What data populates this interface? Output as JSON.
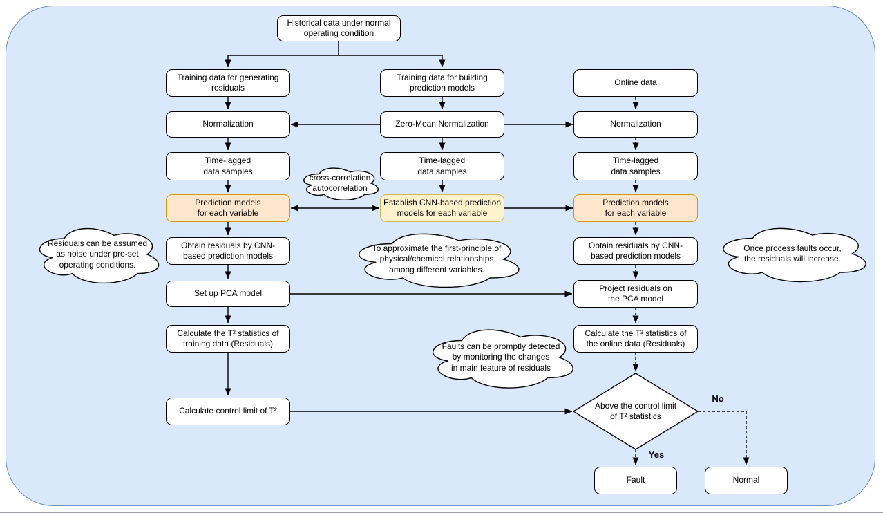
{
  "diagram": {
    "colors": {
      "canvas_fill": "#dae8fc",
      "canvas_stroke": "#6c8ebf",
      "process_fill": "#ffffff",
      "process_stroke": "#000000",
      "orange_fill": "#ffe6cc",
      "orange_stroke": "#d79b00",
      "yellow_fill": "#fff2cc",
      "yellow_stroke": "#d6b656"
    },
    "nodes": {
      "historical": {
        "label": "Historical data under normal\noperating condition"
      },
      "train_residuals": {
        "label": "Training data for generating\nresiduals"
      },
      "train_models": {
        "label": "Training data for building\nprediction models"
      },
      "online_data": {
        "label": "Online data"
      },
      "norm_left": {
        "label": "Normalization"
      },
      "zero_mean_norm": {
        "label": "Zero-Mean Normalization"
      },
      "norm_right": {
        "label": "Normalization"
      },
      "lag_left": {
        "label": "Time-lagged\ndata samples"
      },
      "lag_mid": {
        "label": "Time-lagged\ndata samples"
      },
      "lag_right": {
        "label": "Time-lagged\ndata samples"
      },
      "pred_left": {
        "label": "Prediction models\nfor each variable"
      },
      "establish_cnn": {
        "label": "Establish CNN-based prediction\nmodels for each variable"
      },
      "pred_right": {
        "label": "Prediction models\nfor each variable"
      },
      "residuals_left": {
        "label": "Obtain residuals by CNN-\nbased prediction models"
      },
      "residuals_right": {
        "label": "Obtain residuals by CNN-\nbased prediction models"
      },
      "setup_pca": {
        "label": "Set up PCA model"
      },
      "project_pca": {
        "label": "Project residuals on\nthe PCA model"
      },
      "t2_training": {
        "label": "Calculate the T² statistics of\ntraining data (Residuals)"
      },
      "t2_online": {
        "label": "Calculate the T² statistics of\nthe online data (Residuals)"
      },
      "control_limit": {
        "label": "Calculate control limit of T²"
      },
      "decision": {
        "label": "Above the control limit\nof T² statistics"
      },
      "fault": {
        "label": "Fault"
      },
      "normal": {
        "label": "Normal"
      }
    },
    "clouds": {
      "correlation": {
        "text": "cross-correlation\nautocorrelation"
      },
      "noise": {
        "text": "Residuals can be assumed\nas noise under pre-set\noperating conditions."
      },
      "approximate": {
        "text": "To approximate the first-principle of\nphysical/chemical relationships\namong different variables."
      },
      "increase": {
        "text": "Once process faults occur,\nthe residuals will increase."
      },
      "detect": {
        "text": "Faults can be promptly detected\nby monitoring the changes\nin main feature of residuals"
      }
    },
    "edge_labels": {
      "yes": "Yes",
      "no": "No"
    }
  }
}
